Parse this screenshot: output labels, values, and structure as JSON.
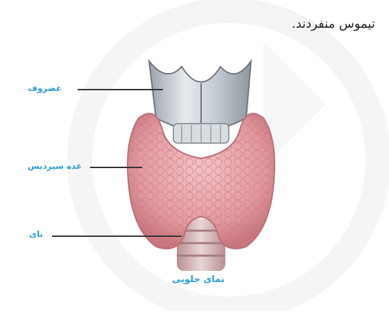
{
  "caption": "تیموس منفردند.",
  "labels": {
    "cartilage": "غضروف",
    "thyroid": "غده سپردیس",
    "trachea": "نای",
    "view": "نمای جلویی"
  },
  "colors": {
    "label_blue": "#2a9fd6",
    "gland_pink": "#e39aa0",
    "cartilage_grey": "#c9cfd6",
    "watermark": "#ececec"
  }
}
